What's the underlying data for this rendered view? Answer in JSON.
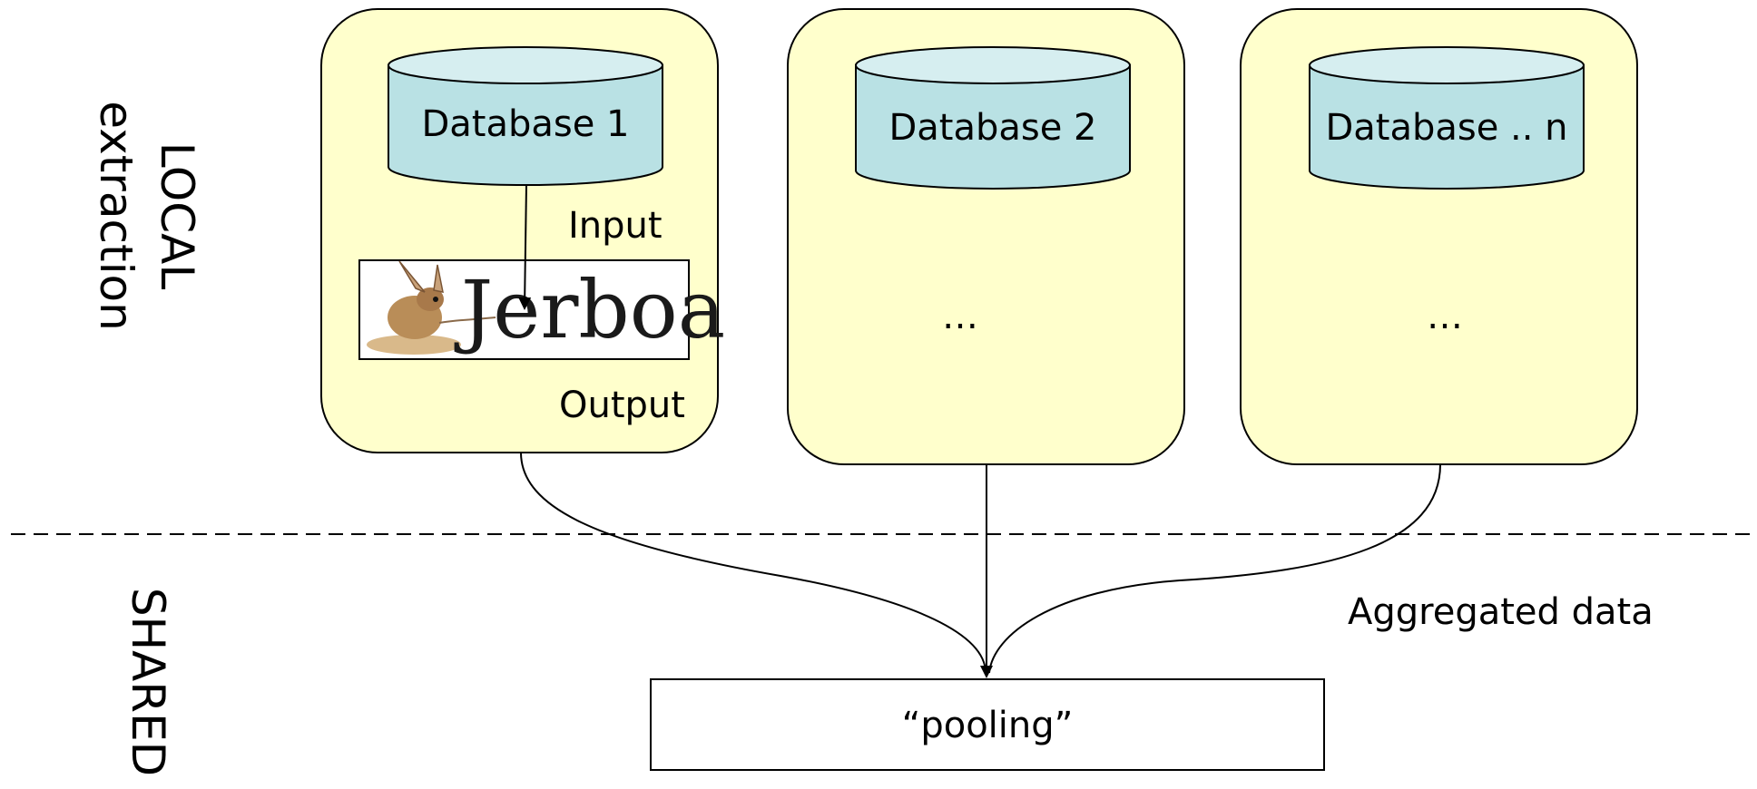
{
  "side_labels": {
    "local_line1": "LOCAL",
    "local_line2": "extraction",
    "shared": "SHARED"
  },
  "databases": [
    {
      "label": "Database 1",
      "content": ""
    },
    {
      "label": "Database 2",
      "content": "…"
    },
    {
      "label": "Database .. n",
      "content": "…"
    }
  ],
  "flow_labels": {
    "input": "Input",
    "output": "Output",
    "aggregated": "Aggregated data"
  },
  "tool": {
    "logo_text": "Jerboa"
  },
  "pooling": {
    "label": "“pooling”"
  },
  "colors": {
    "panel_fill": "#ffffcc",
    "cylinder_fill": "#b9e1e4",
    "cylinder_top": "#d6eef0"
  }
}
